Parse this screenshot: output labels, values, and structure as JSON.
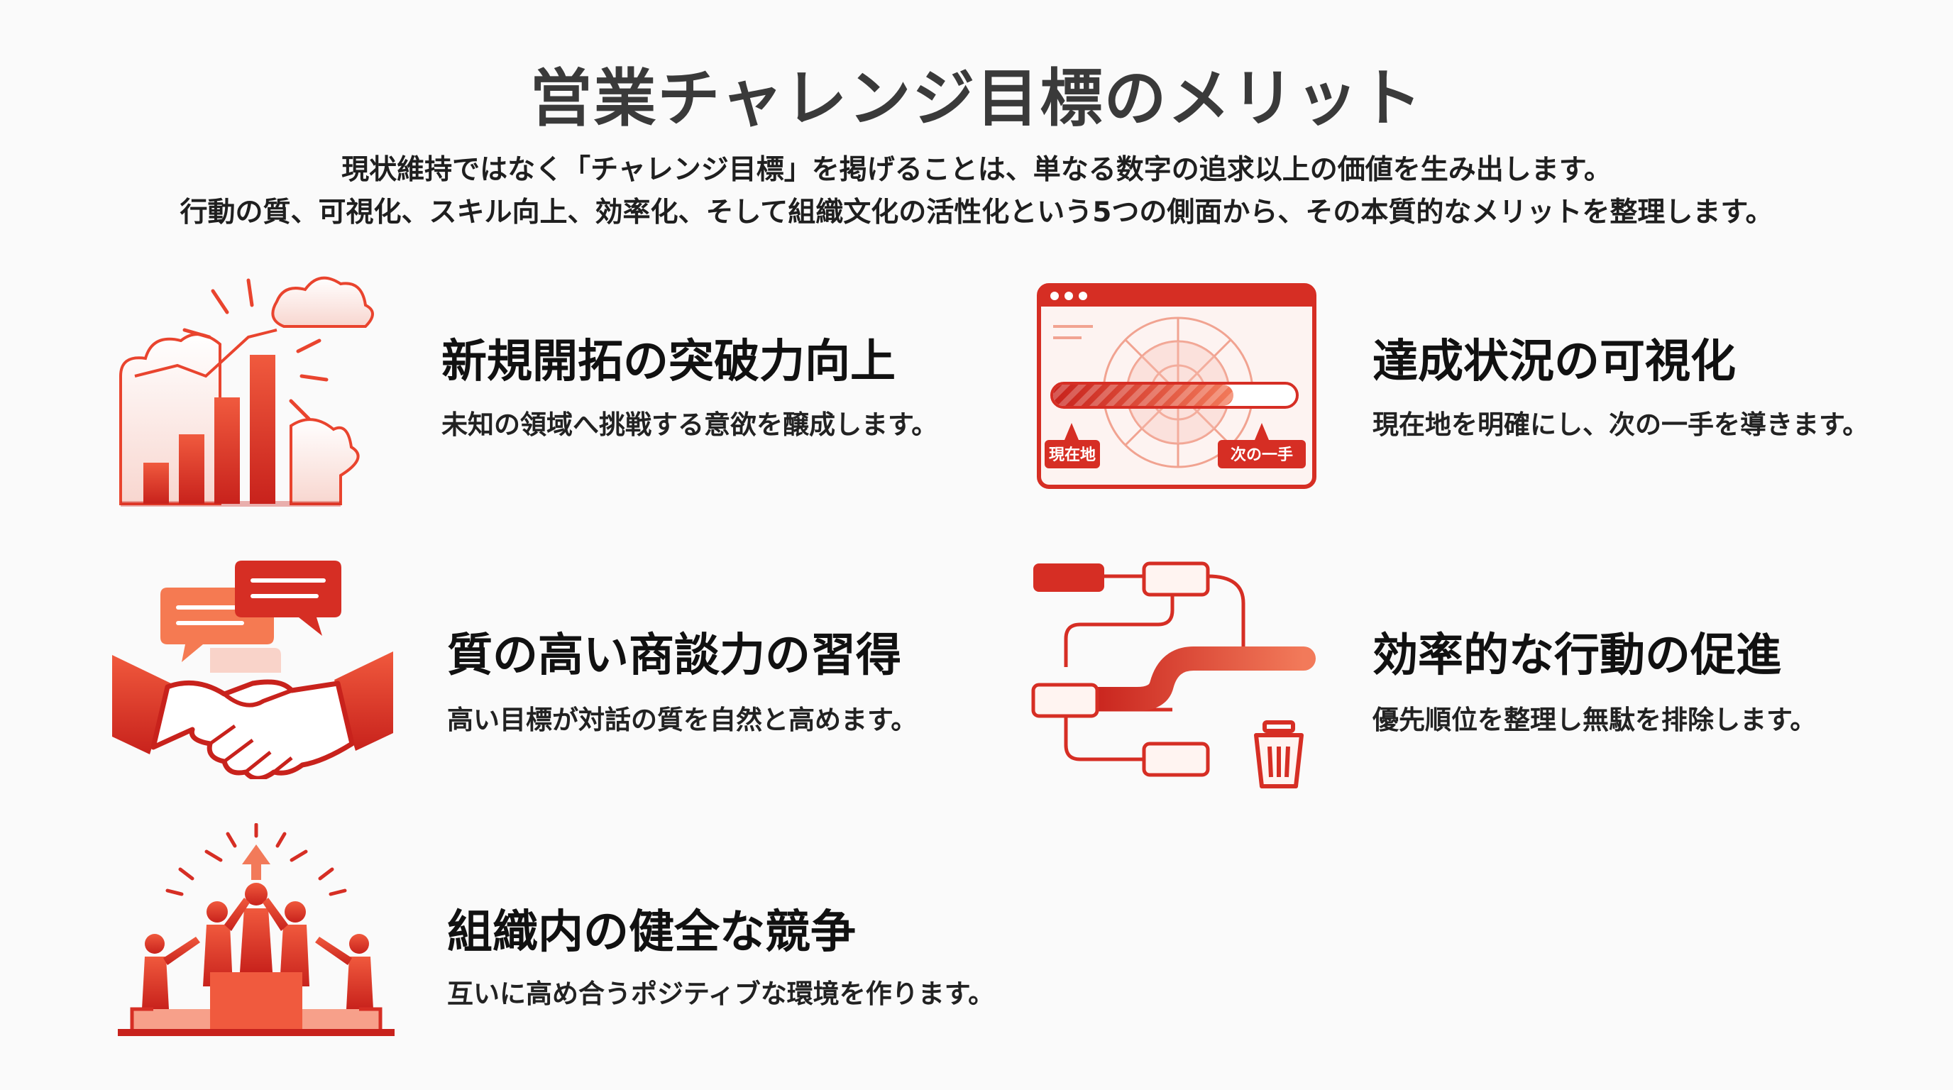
{
  "header": {
    "title": "営業チャレンジ目標のメリット",
    "subtitle_line1": "現状維持ではなく「チャレンジ目標」を掲げることは、単なる数字の追求以上の価値を生み出します。",
    "subtitle_line2": "行動の質、可視化、スキル向上、効率化、そして組織文化の活性化という5つの側面から、その本質的なメリットを整理します。"
  },
  "benefits": [
    {
      "title": "新規開拓の突破力向上",
      "description": "未知の領域へ挑戦する意欲を醸成します。",
      "icon": "growth-bar-chart-icon"
    },
    {
      "title": "達成状況の可視化",
      "description": "現在地を明確にし、次の一手を導きます。",
      "icon": "progress-dashboard-icon",
      "icon_labels": {
        "current": "現在地",
        "next": "次の一手"
      }
    },
    {
      "title": "質の高い商談力の習得",
      "description": "高い目標が対話の質を自然と高めます。",
      "icon": "handshake-chat-icon"
    },
    {
      "title": "効率的な行動の促進",
      "description": "優先順位を整理し無駄を排除します。",
      "icon": "workflow-trash-icon"
    },
    {
      "title": "組織内の健全な競争",
      "description": "互いに高め合うポジティブな環境を作ります。",
      "icon": "team-podium-icon"
    }
  ],
  "colors": {
    "accent": "#d62e24",
    "accent_light": "#f0674c",
    "pale": "#fbe3de"
  }
}
